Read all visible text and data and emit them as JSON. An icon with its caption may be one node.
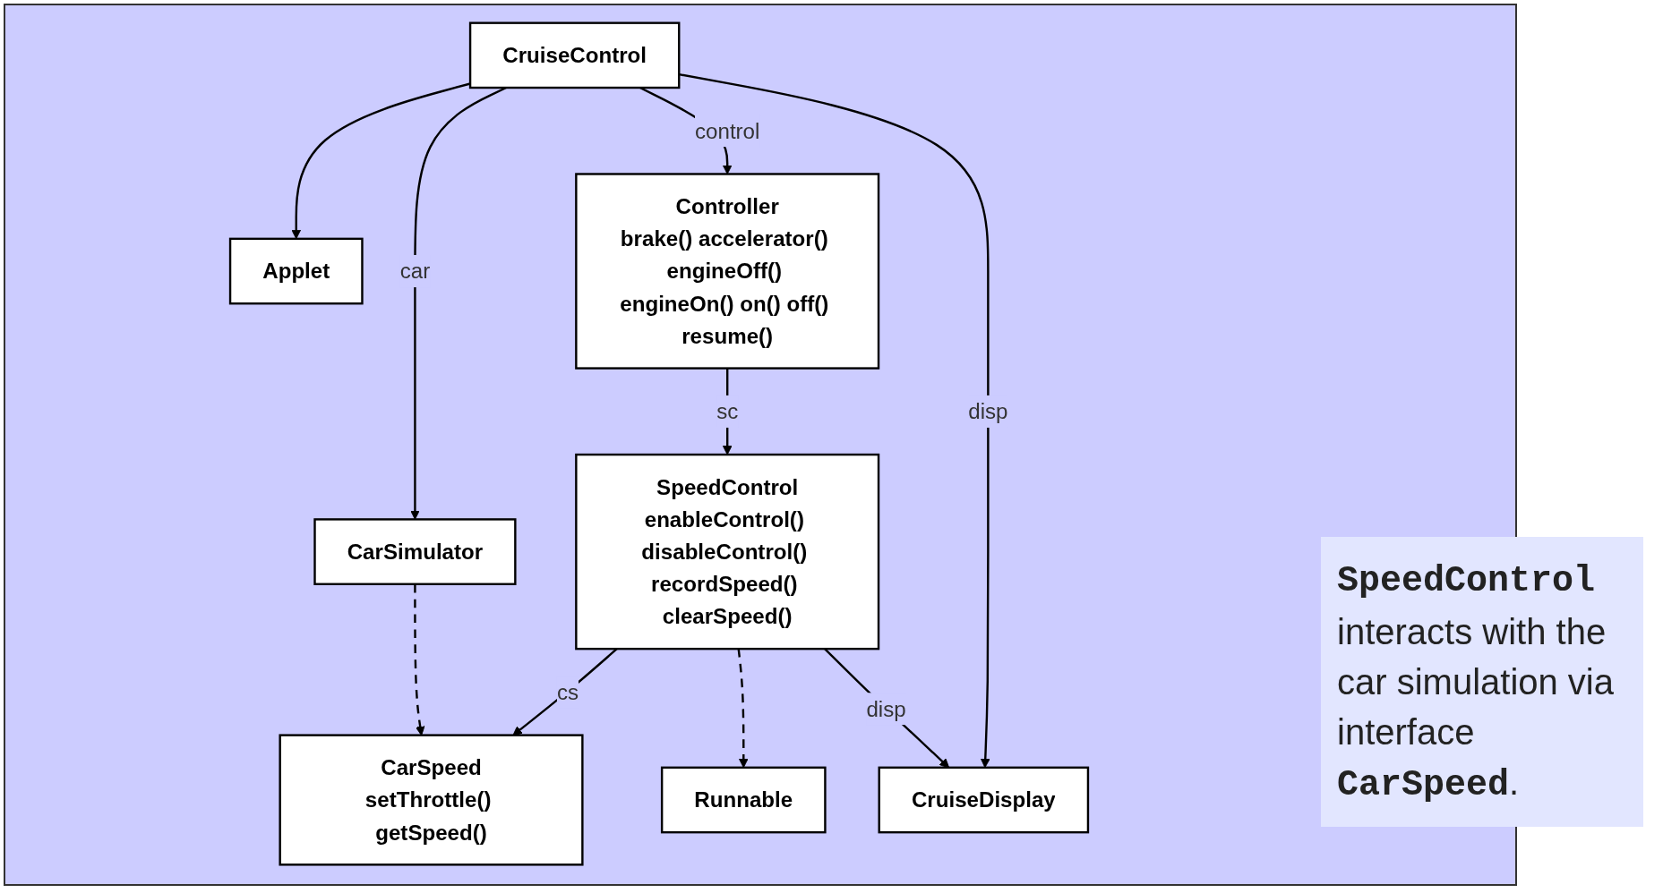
{
  "diagram": {
    "nodes": [
      {
        "text": [
          "Applet"
        ]
      },
      {
        "text": [
          "CruiseControl"
        ]
      },
      {
        "text": [
          "CarSimulator"
        ]
      },
      {
        "text": [
          "CarSpeed",
          "setThrottle() getSpeed()"
        ]
      },
      {
        "text": [
          "Controller",
          "brake() accelerator() engineOff() engineOn() on() off() resume()"
        ]
      },
      {
        "text": [
          "Runnable"
        ]
      },
      {
        "text": [
          "SpeedControl",
          "enableControl() disableControl() recordSpeed() clearSpeed()"
        ]
      },
      {
        "text": [
          "CruiseDisplay"
        ]
      }
    ],
    "edges": [
      {
        "from": 1,
        "to": 0,
        "arrow": "to"
      },
      {
        "from": 1,
        "to": 2,
        "label": "car",
        "arrow": "to"
      },
      {
        "from": 2,
        "to": 3,
        "arrow": "to",
        "style": "dashed"
      },
      {
        "from": 1,
        "to": 4,
        "label": "control",
        "arrow": "to"
      },
      {
        "from": 4,
        "to": 6,
        "label": "sc",
        "arrow": "to"
      },
      {
        "from": 6,
        "to": 5,
        "arrow": "to",
        "style": "dashed"
      },
      {
        "from": 6,
        "to": 3,
        "label": "cs",
        "arrow": "to"
      },
      {
        "from": 6,
        "to": 7,
        "label": "disp",
        "arrow": "to"
      },
      {
        "from": 1,
        "to": 7,
        "label": "disp",
        "arrow": "to"
      }
    ],
    "labels": [
      "**SpeedControl** interacts with the car simulation via interface **CarSpeed**."
    ]
  }
}
